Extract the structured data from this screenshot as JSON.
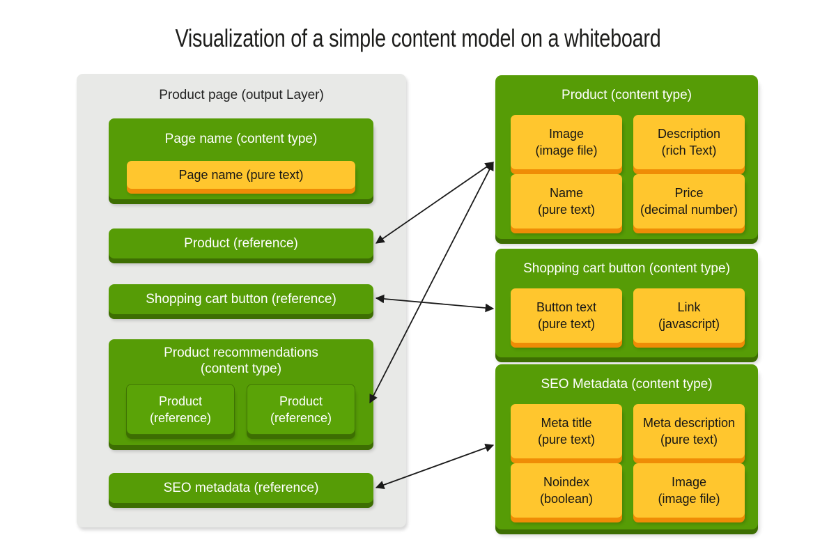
{
  "title": "Visualization of a simple content model on a whiteboard",
  "colors": {
    "green": "#569C06",
    "green_shadow": "#3D6E02",
    "green_nested": "#5AA307",
    "yellow": "#FFC62E",
    "yellow_shadow": "#EF8C06",
    "panel_grey": "#E8E9E7",
    "text_dark": "#1D1D1B",
    "text_light": "#FFFFFF",
    "arrow": "#1A1A1A"
  },
  "output_layer": {
    "title": "Product page (output Layer)",
    "blocks": [
      {
        "title": "Page name (content type)",
        "fields": [
          {
            "line1": "Page name (pure text)",
            "line2": ""
          }
        ]
      },
      {
        "title": "Product (reference)",
        "fields": []
      },
      {
        "title": "Shopping cart button (reference)",
        "fields": []
      },
      {
        "title": "Product recommendations\n(content type)",
        "title_line1": "Product recommendations",
        "title_line2": "(content type)",
        "references": [
          {
            "line1": "Product",
            "line2": "(reference)"
          },
          {
            "line1": "Product",
            "line2": "(reference)"
          }
        ]
      },
      {
        "title": "SEO metadata (reference)",
        "fields": []
      }
    ]
  },
  "content_types": [
    {
      "title": "Product (content type)",
      "fields": [
        {
          "line1": "Image",
          "line2": "(image file)"
        },
        {
          "line1": "Description",
          "line2": "(rich Text)"
        },
        {
          "line1": "Name",
          "line2": "(pure text)"
        },
        {
          "line1": "Price",
          "line2": "(decimal number)"
        }
      ]
    },
    {
      "title": "Shopping cart button (content type)",
      "fields": [
        {
          "line1": "Button text",
          "line2": "(pure text)"
        },
        {
          "line1": "Link",
          "line2": "(javascript)"
        }
      ]
    },
    {
      "title": "SEO Metadata (content type)",
      "fields": [
        {
          "line1": "Meta title",
          "line2": "(pure text)"
        },
        {
          "line1": "Meta description",
          "line2": "(pure text)"
        },
        {
          "line1": "Noindex",
          "line2": "(boolean)"
        },
        {
          "line1": "Image",
          "line2": "(image file)"
        }
      ]
    }
  ],
  "relations": [
    {
      "from": "Product (reference)",
      "to": "Product (content type)",
      "bidirectional": true
    },
    {
      "from": "Product (reference) in Product recommendations",
      "to": "Product (content type)",
      "bidirectional": true
    },
    {
      "from": "Shopping cart button (reference)",
      "to": "Shopping cart button (content type)",
      "bidirectional": true
    },
    {
      "from": "SEO metadata (reference)",
      "to": "SEO Metadata (content type)",
      "bidirectional": true
    }
  ]
}
